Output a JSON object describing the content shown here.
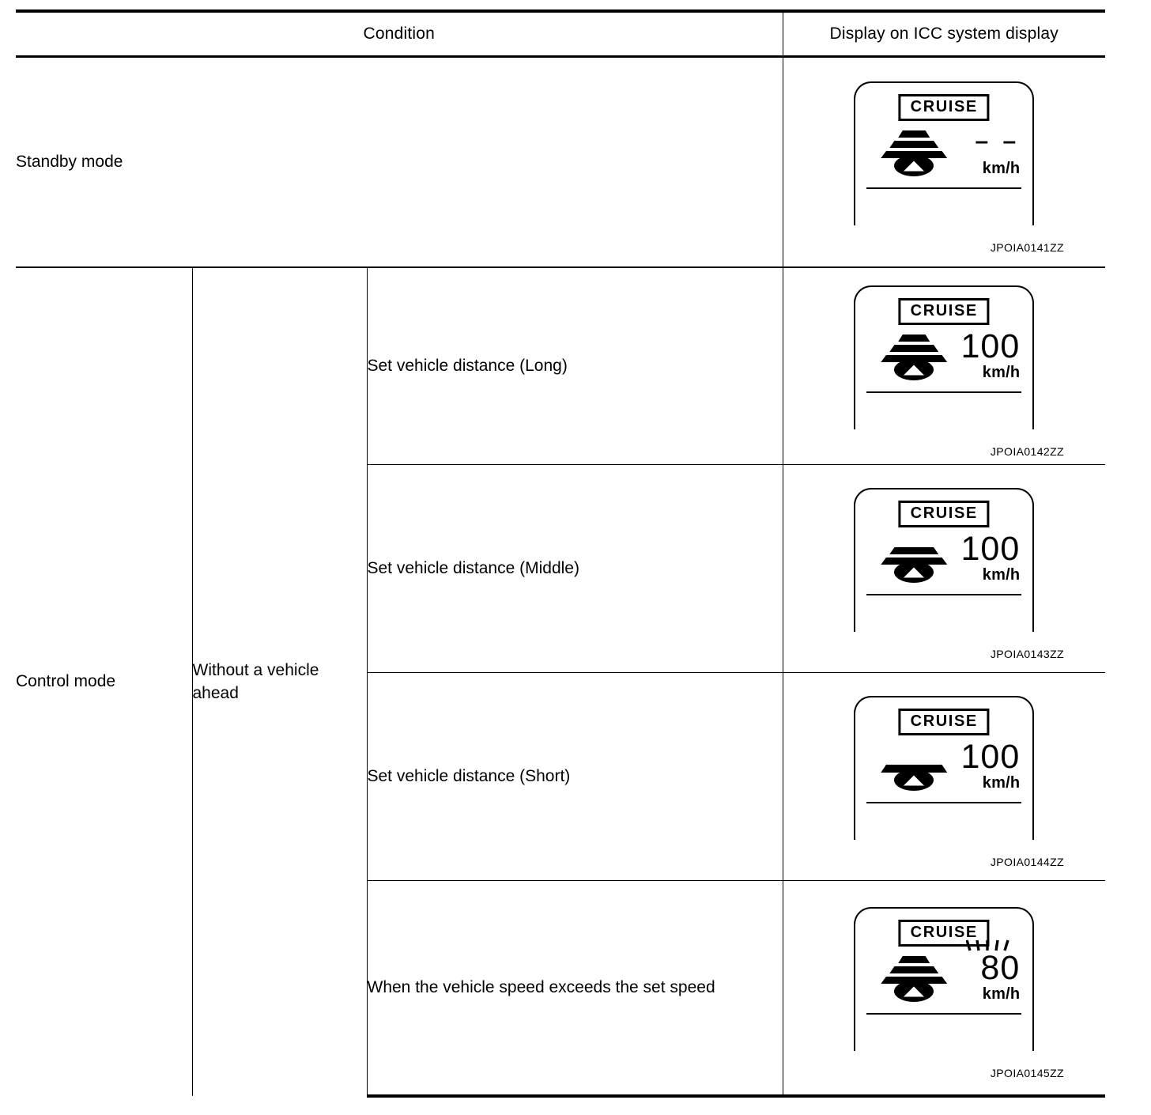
{
  "table": {
    "headers": {
      "condition": "Condition",
      "display": "Display on ICC system display"
    },
    "rows": [
      {
        "mode": "Standby mode",
        "sub": "",
        "detail": "",
        "display": {
          "badge": "CRUISE",
          "speed": "– –",
          "unit": "km/h",
          "bars": 3,
          "blinking": false,
          "caption": "JPOIA0141ZZ"
        }
      },
      {
        "mode": "Control mode",
        "sub": "Without a vehicle ahead",
        "detail": "Set vehicle distance (Long)",
        "display": {
          "badge": "CRUISE",
          "speed": "100",
          "unit": "km/h",
          "bars": 3,
          "blinking": false,
          "caption": "JPOIA0142ZZ"
        }
      },
      {
        "mode": "",
        "sub": "",
        "detail": "Set vehicle distance (Middle)",
        "display": {
          "badge": "CRUISE",
          "speed": "100",
          "unit": "km/h",
          "bars": 2,
          "blinking": false,
          "caption": "JPOIA0143ZZ"
        }
      },
      {
        "mode": "",
        "sub": "",
        "detail": "Set vehicle distance (Short)",
        "display": {
          "badge": "CRUISE",
          "speed": "100",
          "unit": "km/h",
          "bars": 1,
          "blinking": false,
          "caption": "JPOIA0144ZZ"
        }
      },
      {
        "mode": "",
        "sub": "",
        "detail": "When the vehicle speed exceeds the set speed",
        "display": {
          "badge": "CRUISE",
          "speed": "80",
          "unit": "km/h",
          "bars": 3,
          "blinking": true,
          "caption": "JPOIA0145ZZ"
        }
      }
    ]
  },
  "colors": {
    "ink": "#000000",
    "paper": "#ffffff"
  }
}
